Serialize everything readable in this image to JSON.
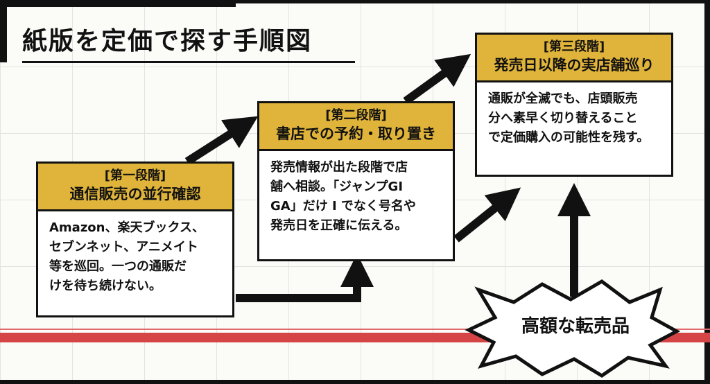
{
  "title": "紙版を定価で探す手順図",
  "steps": [
    {
      "stage": "[第一段階]",
      "name": "通信販売の並行確認",
      "lines": [
        "Amazon、楽天ブックス、",
        "セブンネット、アニメイト",
        "等を巡回。一つの通販だ",
        "けを待ち続けない。"
      ]
    },
    {
      "stage": "[第二段階]",
      "name": "書店での予約・取り置き",
      "lines": [
        "発売情報が出た段階で店",
        "舗へ相談。「ジャンプGI",
        "GA」だけ I でなく号名や",
        "発売日を正確に伝える。"
      ]
    },
    {
      "stage": "[第三段階]",
      "name": "発売日以降の実店舗巡り",
      "lines": [
        "通販が全滅でも、店頭販売",
        "分へ素早く切り替えること",
        "で定価購入の可能性を残す。"
      ]
    }
  ],
  "burst": {
    "label": "高額な転売品"
  },
  "colors": {
    "header": "#e0b43a",
    "accent_red": "#d64545",
    "ink": "#111111"
  }
}
